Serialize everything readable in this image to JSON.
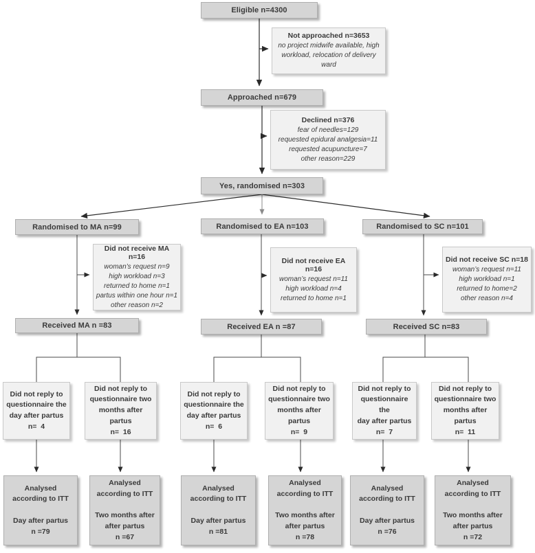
{
  "diagram_title": "CONSORT-style participant flow diagram",
  "palette": {
    "solid_box_bg": "#d5d5d5",
    "light_box_bg": "#f1f1f1",
    "box_border": "#aeaeae",
    "text": "#3a3a3a",
    "line": "#2b2b2b"
  },
  "top": {
    "eligible": "Eligible n=4300",
    "not_approached_title": "Not approached n=3653",
    "not_approached_reasons": [
      "no project midwife available, high",
      "workload, relocation of delivery",
      "ward"
    ],
    "approached": "Approached n=679",
    "declined_title": "Declined n=376",
    "declined_reasons": [
      "fear of needles=129",
      "requested epidural analgesia=11",
      "requested acupuncture=7",
      "other reason=229"
    ],
    "randomised": "Yes, randomised n=303"
  },
  "columns": [
    {
      "name": "MA",
      "randomised": "Randomised to MA n=99",
      "did_not_receive_title": "Did not receive MA  n=16",
      "did_not_receive_reasons": [
        "woman’s request n=9",
        "high workload n=3",
        "returned to home n=1",
        "partus within one hour n=1",
        "other reason n=2"
      ],
      "received": "Received MA n =83",
      "no_reply_day": [
        "Did not reply to",
        "questionnaire the",
        "day after partus",
        "n=  4"
      ],
      "no_reply_two_months": [
        "Did not reply to",
        "questionnaire two",
        "months after",
        "partus",
        "n=  16"
      ],
      "analysed_day": [
        "Analysed",
        "according to ITT",
        "",
        "Day after partus",
        "n =79"
      ],
      "analysed_two_months": [
        "Analysed",
        "according to ITT",
        "",
        "Two months after",
        "after partus",
        "n =67"
      ]
    },
    {
      "name": "EA",
      "randomised": "Randomised to EA n=103",
      "did_not_receive_title": "Did not receive EA n=16",
      "did_not_receive_reasons": [
        "woman’s request n=11",
        "high workload n=4",
        "returned to home n=1"
      ],
      "received": "Received EA  n =87",
      "no_reply_day": [
        "Did not reply to",
        "questionnaire the",
        "day after partus",
        "n=  6"
      ],
      "no_reply_two_months": [
        "Did not reply to",
        "questionnaire two",
        "months after",
        "partus",
        "n=  9"
      ],
      "analysed_day": [
        "Analysed",
        "according to ITT",
        "",
        "Day after partus",
        "n =81"
      ],
      "analysed_two_months": [
        "Analysed",
        "according to ITT",
        "",
        "Two months after",
        "after partus",
        "n =78"
      ]
    },
    {
      "name": "SC",
      "randomised": "Randomised to SC n=101",
      "did_not_receive_title": "Did not receive SC n=18",
      "did_not_receive_reasons": [
        "woman’s request n=11",
        "high workload n=1",
        "returned to home=2",
        "other reason n=4"
      ],
      "received": "Received SC  n=83",
      "no_reply_day": [
        "Did not reply to",
        "questionnaire the",
        "day after partus",
        "n=  7"
      ],
      "no_reply_two_months": [
        "Did not reply to",
        "questionnaire two",
        "months after",
        "partus",
        "n=  11"
      ],
      "analysed_day": [
        "Analysed",
        "according to ITT",
        "",
        "Day after partus",
        "n =76"
      ],
      "analysed_two_months": [
        "Analysed",
        "according to ITT",
        "",
        "Two months after",
        "after partus",
        "n =72"
      ]
    }
  ]
}
